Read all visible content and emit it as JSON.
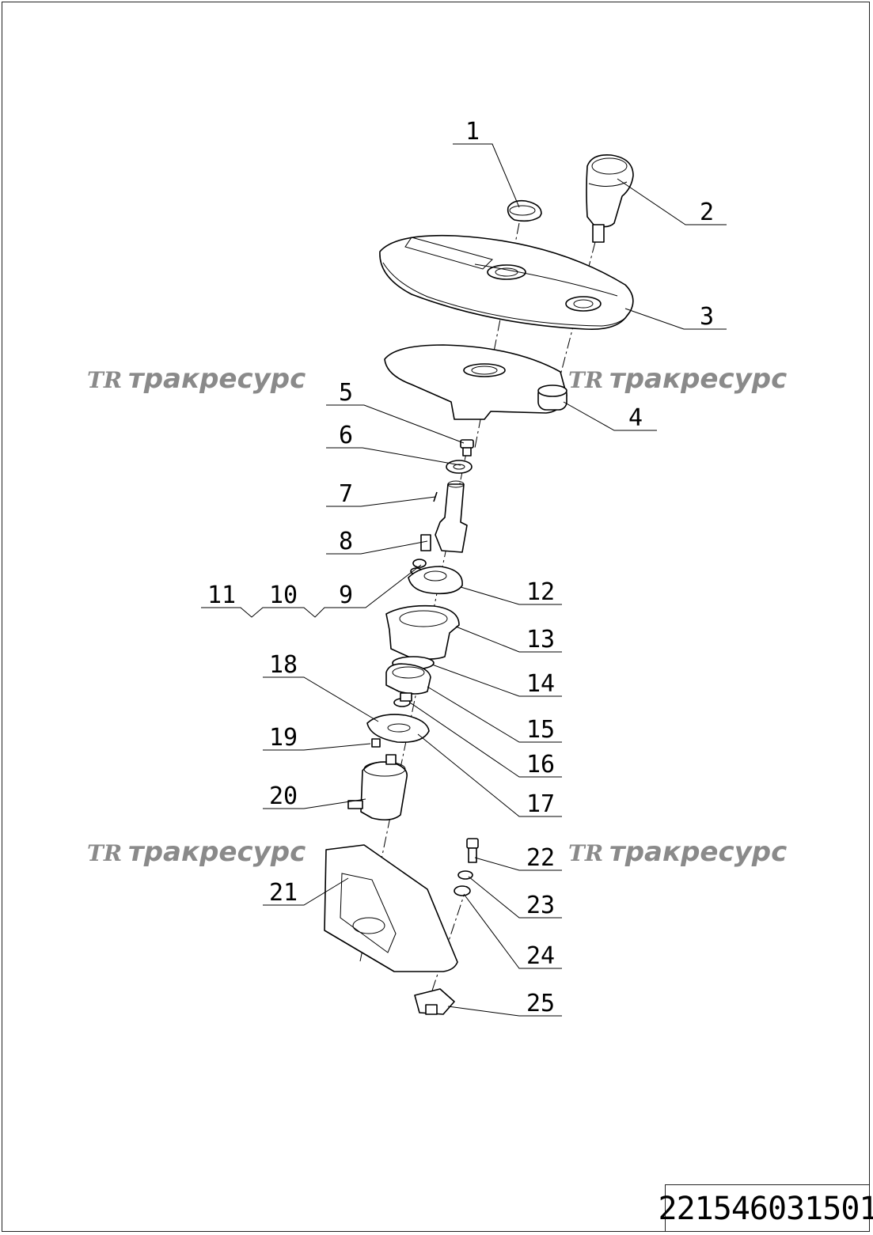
{
  "document": {
    "number": "221546031501"
  },
  "watermarks": [
    {
      "logo": "TR",
      "text": "тракресурс"
    },
    {
      "logo": "TR",
      "text": "тракресурс"
    },
    {
      "logo": "TR",
      "text": "тракресурс"
    },
    {
      "logo": "TR",
      "text": "тракресурс"
    }
  ],
  "callouts": [
    "1",
    "2",
    "3",
    "4",
    "5",
    "6",
    "7",
    "8",
    "9",
    "10",
    "11",
    "12",
    "13",
    "14",
    "15",
    "16",
    "17",
    "18",
    "19",
    "20",
    "21",
    "22",
    "23",
    "24",
    "25"
  ]
}
